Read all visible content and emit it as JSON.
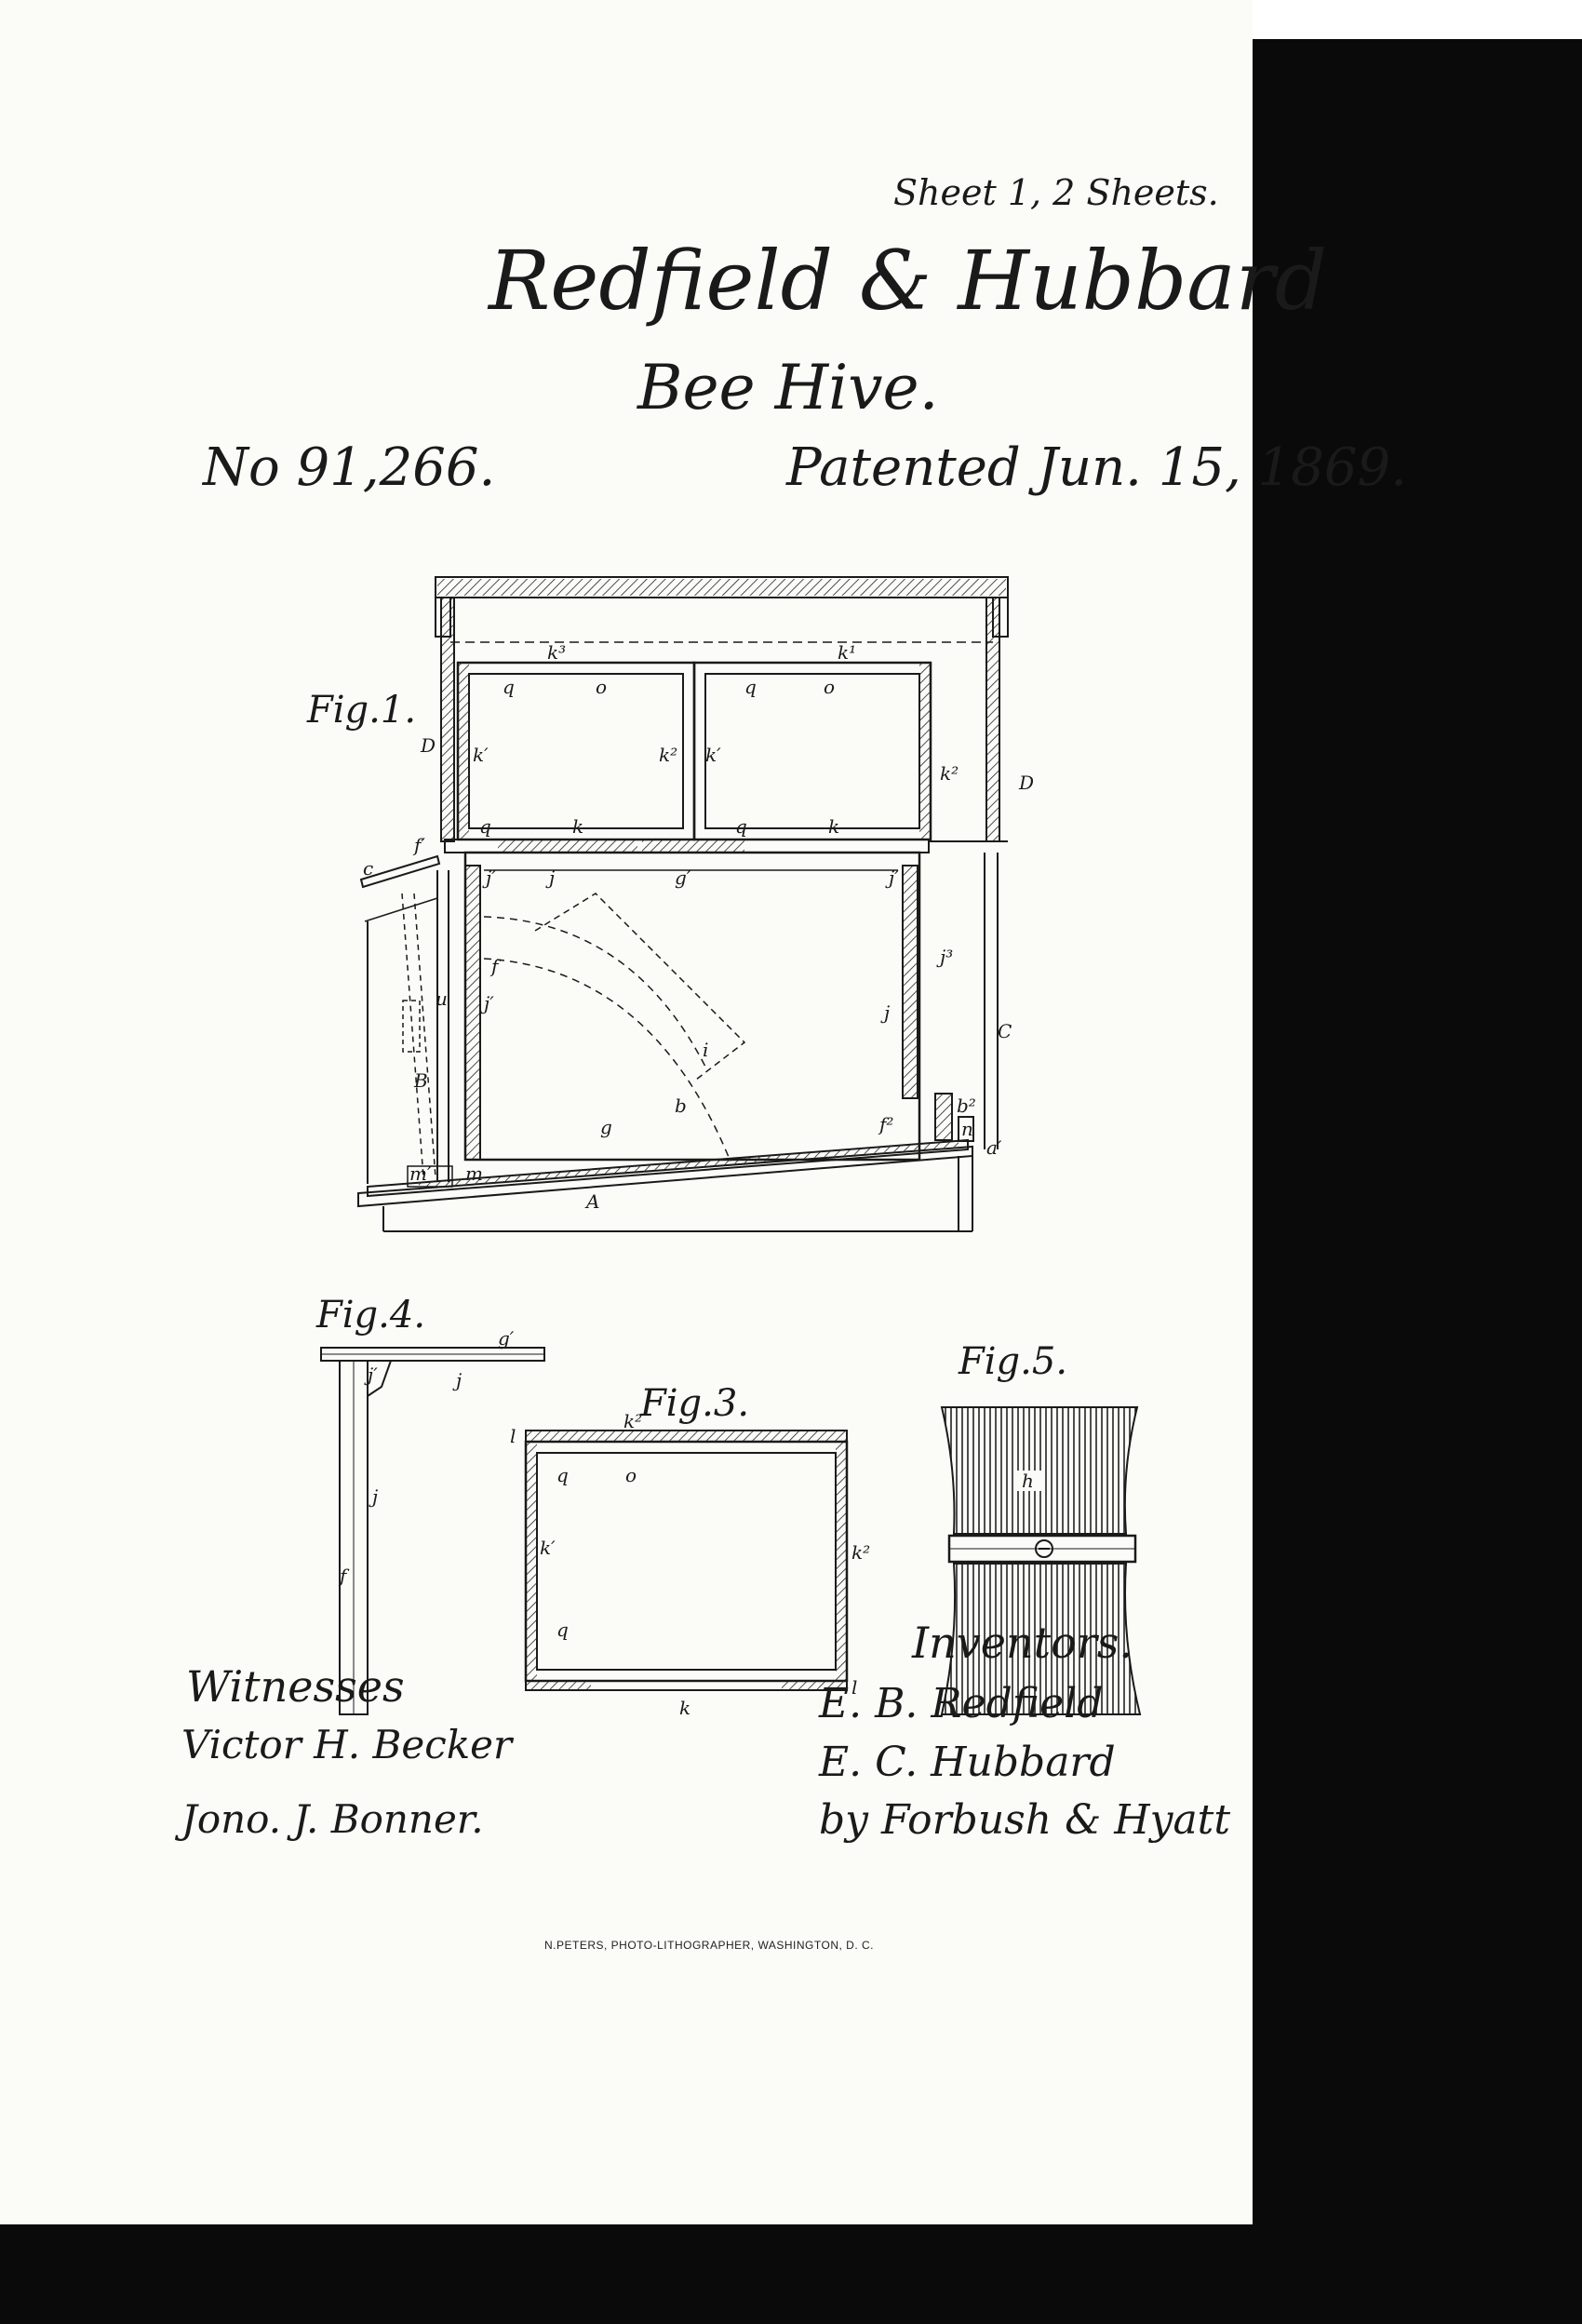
{
  "header": {
    "sheet": "Sheet 1, 2 Sheets.",
    "inventors_names": "Redfield & Hubbard",
    "title": "Bee Hive.",
    "patent_number": "No 91,266.",
    "patent_date": "Patented Jun. 15, 1869."
  },
  "figures": {
    "fig1": "Fig.1.",
    "fig3": "Fig.3.",
    "fig4": "Fig.4.",
    "fig5": "Fig.5."
  },
  "labels": {
    "k3": "k³",
    "k1": "k¹",
    "q": "q",
    "o": "o",
    "D": "D",
    "kp": "k′",
    "k2": "k²",
    "k": "k",
    "c": "c",
    "f": "f",
    "fp": "f′",
    "j": "j",
    "jp": "j′",
    "gp": "g′",
    "j3": "j³",
    "u": "u",
    "i": "i",
    "B": "B",
    "C": "C",
    "b": "b",
    "g": "g",
    "f2": "f²",
    "b2": "b²",
    "n": "n",
    "m": "m",
    "mp": "m′",
    "ap": "a′",
    "A": "A",
    "l": "l",
    "h": "h"
  },
  "witnesses": {
    "heading": "Witnesses",
    "names": [
      "Victor H. Becker",
      "Jono. J. Bonner."
    ]
  },
  "inventors": {
    "heading": "Inventors.",
    "names": [
      "E. B. Redfield",
      "E. C. Hubbard",
      "by Forbush & Hyatt"
    ]
  },
  "printer": "N.PETERS, PHOTO-LITHOGRAPHER, WASHINGTON, D. C."
}
